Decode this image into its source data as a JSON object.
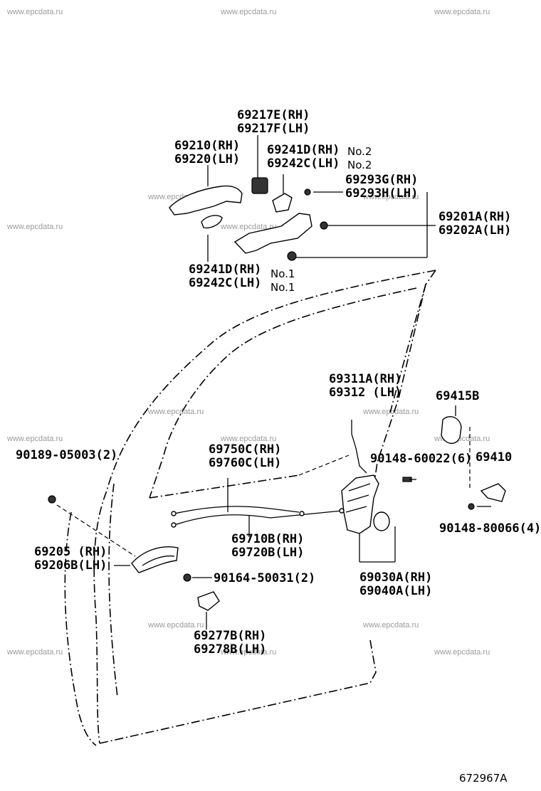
{
  "watermark": "www.epcdata.ru",
  "diagram_id": "672967A",
  "labels": {
    "p69217_rh": "69217E(RH)",
    "p69217_lh": "69217F(LH)",
    "p69210_rh": "69210(RH)",
    "p69220_lh": "69220(LH)",
    "p69241d_top": "69241D(RH)",
    "p69242c_top": "69242C(LH)",
    "no2a": "No.2",
    "no2b": "No.2",
    "p69293g": "69293G(RH)",
    "p69293h": "69293H(LH)",
    "p69201a": "69201A(RH)",
    "p69202a": "69202A(LH)",
    "p69241d_bot": "69241D(RH)",
    "p69242c_bot": "69242C(LH)",
    "no1a": "No.1",
    "no1b": "No.1",
    "p69311a": "69311A(RH)",
    "p69312": "69312  (LH)",
    "p69415b": "69415B",
    "p90189": "90189-05003(2)",
    "p69750c": "69750C(RH)",
    "p69760c": "69760C(LH)",
    "p90148_60022": "90148-60022(6)",
    "p69410": "69410",
    "p90148_80066": "90148-80066(4)",
    "p69710b": "69710B(RH)",
    "p69720b": "69720B(LH)",
    "p69205": "69205  (RH)",
    "p69206b": "69206B(LH)",
    "p90164": "90164-50031(2)",
    "p69030a": "69030A(RH)",
    "p69040a": "69040A(LH)",
    "p69277b": "69277B(RH)",
    "p69278b": "69278B(LH)"
  }
}
